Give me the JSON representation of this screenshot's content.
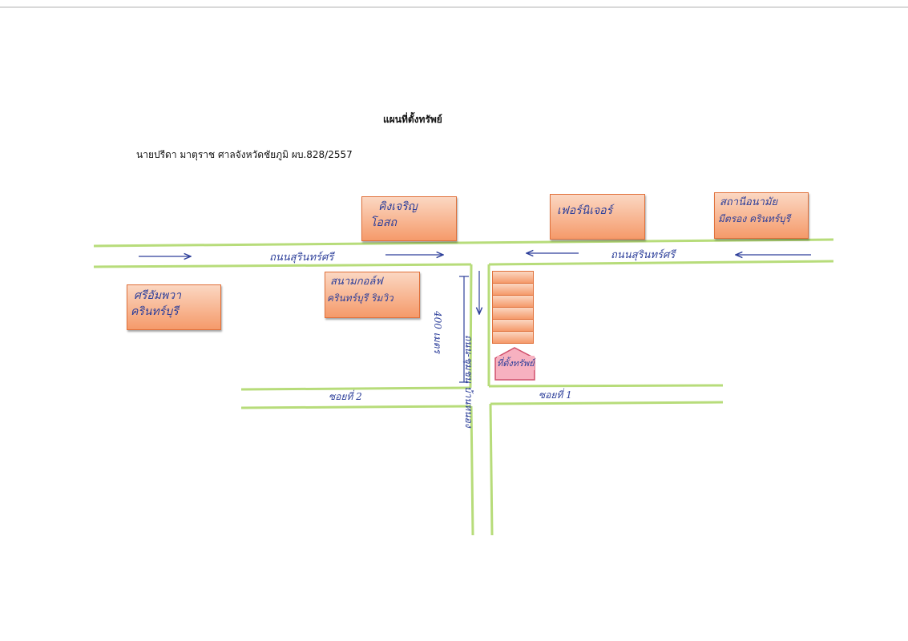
{
  "header": {
    "title": "แผนที่ตั้งทรัพย์",
    "subtitle": "นายปรีดา มาตุราช ศาลจังหวัดชัยภูมิ ผบ.828/2557"
  },
  "landmarks": {
    "north_1": {
      "line1": "คิงเจริญ",
      "line2": "โอสถ"
    },
    "north_2": {
      "line1": "เฟอร์นิเจอร์"
    },
    "north_3": {
      "line1": "สถานีอนามัย",
      "line2": "มีตรอง ครินทร์บุรี"
    },
    "south_west": {
      "line1": "ศรีอัมพวา",
      "line2": "ครินทร์บุรี"
    },
    "south_mid": {
      "line1": "สนามกอล์ฟ",
      "line2": "ครินทร์บุรี ริมวิว"
    },
    "property": "ที่ตั้งทรัพย์"
  },
  "roads": {
    "main_west": "ถนนสุรินทร์ศรี",
    "main_east": "ถนนสุรินทร์ศรี",
    "soi_2": "ซอยที่ 2",
    "soi_1": "ซอยที่ 1",
    "side_road": "ถนน-ชุมชน บ้านหนอง",
    "distance": "400 เมตร"
  },
  "colors": {
    "road_edge": "#b7dc7a",
    "box_fill": "#f59a6a",
    "ink": "#2d3f9a",
    "property_fill": "#f7b1c0"
  }
}
